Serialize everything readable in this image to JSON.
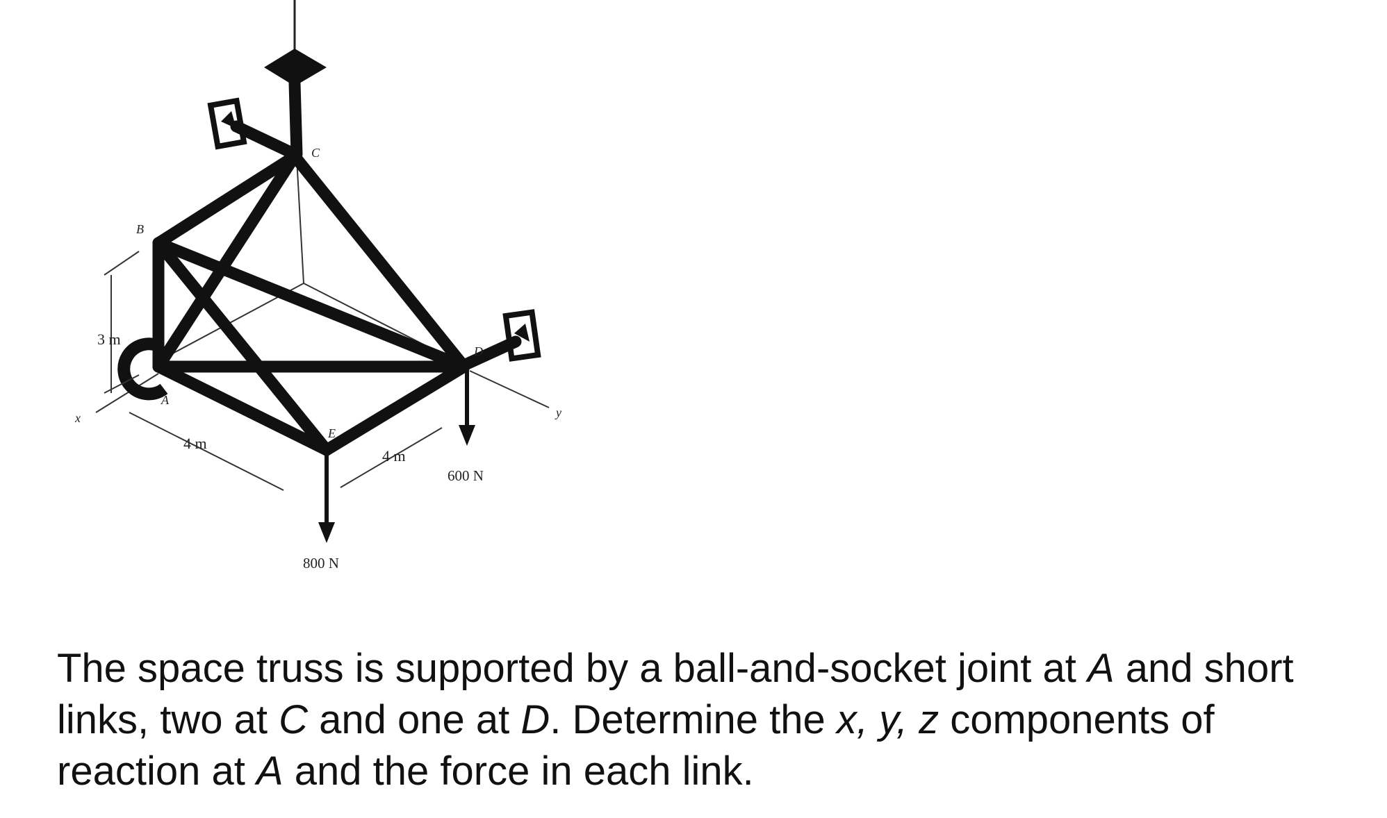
{
  "figure": {
    "points": {
      "A": "A",
      "B": "B",
      "C": "C",
      "D": "D",
      "E": "E"
    },
    "axes": {
      "x": "x",
      "y": "y"
    },
    "dimensions": {
      "height": "3 m",
      "width_1": "4 m",
      "width_2": "4 m"
    },
    "loads": {
      "load_E": "800 N",
      "load_D": "600 N"
    }
  },
  "problem": {
    "parts": [
      {
        "text": "The space truss is supported by a ball-and-socket joint at ",
        "italic": false
      },
      {
        "text": "A",
        "italic": true
      },
      {
        "text": " and short links, two at ",
        "italic": false
      },
      {
        "text": "C",
        "italic": true
      },
      {
        "text": " and one at ",
        "italic": false
      },
      {
        "text": "D",
        "italic": true
      },
      {
        "text": ". Determine the ",
        "italic": false
      },
      {
        "text": "x, y, z",
        "italic": true
      },
      {
        "text": " components of reaction at ",
        "italic": false
      },
      {
        "text": "A",
        "italic": true
      },
      {
        "text": " and the force in each link.",
        "italic": false
      }
    ]
  }
}
